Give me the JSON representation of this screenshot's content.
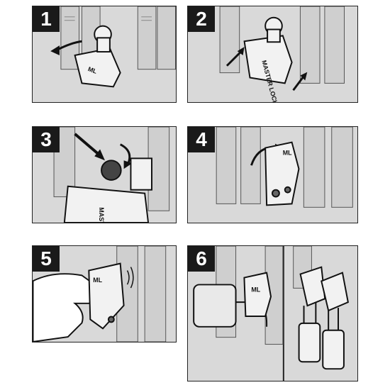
{
  "steps": [
    {
      "number": "1"
    },
    {
      "number": "2"
    },
    {
      "number": "3"
    },
    {
      "number": "4"
    },
    {
      "number": "5"
    },
    {
      "number": "6"
    }
  ],
  "brand": {
    "logo_text": "ML",
    "name_text": "MASTER LOCK"
  },
  "colors": {
    "panel_bg": "#d9d9d9",
    "device": "#f2f2f2",
    "outline": "#1a1a1a",
    "badge": "#1a1a1a"
  }
}
